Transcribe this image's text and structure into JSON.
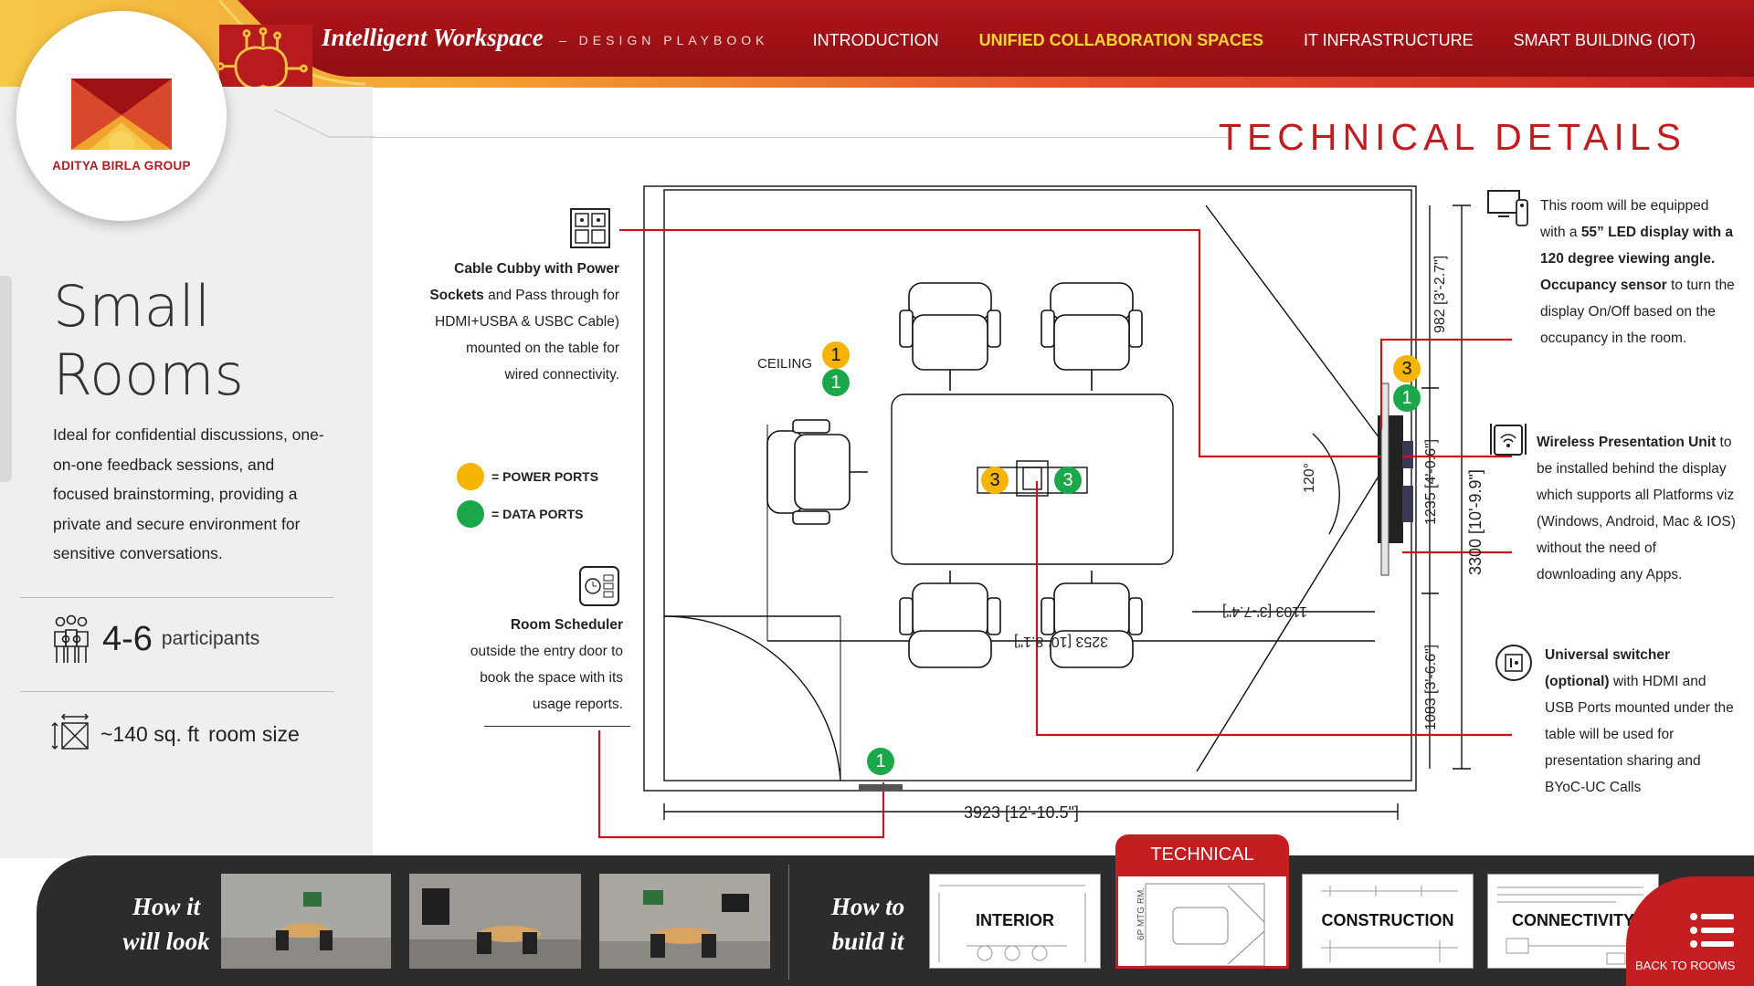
{
  "header": {
    "title": "Intelligent Workspace",
    "subtitle": "– DESIGN PLAYBOOK",
    "nav": [
      {
        "label": "INTRODUCTION",
        "active": false
      },
      {
        "label": "UNIFIED COLLABORATION SPACES",
        "active": true
      },
      {
        "label": "IT INFRASTRUCTURE",
        "active": false
      },
      {
        "label": "SMART BUILDING (IOT)",
        "active": false
      }
    ]
  },
  "logo": {
    "text": "ADITYA BIRLA GROUP"
  },
  "room": {
    "title_line1": "Small",
    "title_line2": "Rooms",
    "description": "Ideal for confidential discussions, one-on-one feedback sessions, and focused brainstorming, providing a private and secure environment for sensitive conversations.",
    "participants_value": "4-6",
    "participants_label": "participants",
    "size_value": "~140 sq. ft",
    "size_label": "room size"
  },
  "section": {
    "title": "TECHNICAL DETAILS"
  },
  "legend": {
    "power": "= POWER PORTS",
    "data": "= DATA PORTS",
    "power_color": "#f5b400",
    "data_color": "#1aa84b"
  },
  "plan": {
    "ceiling_label": "CEILING",
    "badges": {
      "one": "1",
      "three": "3"
    },
    "angle": "120°",
    "dim_width": "3923 [12'-10.5\"]",
    "dim_height": "3300 [10'-9.9\"]",
    "dim_top": "982 [3'-2.7\"]",
    "dim_display": "1235 [4'-0.6\"]",
    "dim_bottom": "1083 [3'-6.6\"]",
    "dim_table": "3253 [10'-8.1\"]",
    "dim_clear": "1103 [3'-7.4\"]"
  },
  "annotations": {
    "cable_cubby": {
      "bold": "Cable Cubby with Power Sockets",
      "text": " and Pass through for HDMI+USBA & USBC Cable) mounted on the table for wired connectivity."
    },
    "scheduler": {
      "bold": "Room Scheduler",
      "text": "outside the entry door to book the space with its usage reports."
    },
    "display": {
      "pre": "This room will be equipped with a ",
      "bold1": "55” LED display with a 120 degree viewing angle.",
      "bold2": "Occupancy sensor",
      "post": " to turn the display On/Off based on the occupancy in the room."
    },
    "wireless": {
      "bold": "Wireless Presentation Unit",
      "text": " to be installed behind the display which supports all Platforms viz (Windows, Android, Mac & IOS) without the need of downloading any Apps."
    },
    "switcher": {
      "bold": "Universal switcher (optional)",
      "text": " with HDMI and USB Ports mounted under the table will be used for presentation sharing and BYoC-UC Calls"
    }
  },
  "bottom": {
    "look_line1": "How it",
    "look_line2": "will look",
    "build_line1": "How to",
    "build_line2": "build it",
    "tech_tab": "TECHNICAL",
    "thumb_interior": "INTERIOR",
    "thumb_technical_mark": "6P MTG RM.",
    "thumb_construction": "CONSTRUCTION",
    "thumb_connectivity": "CONNECTIVITY",
    "back": "BACK TO ROOMS"
  },
  "colors": {
    "brand_red": "#c01d20",
    "nav_active": "#f6d536",
    "wire": "#c8151b"
  }
}
